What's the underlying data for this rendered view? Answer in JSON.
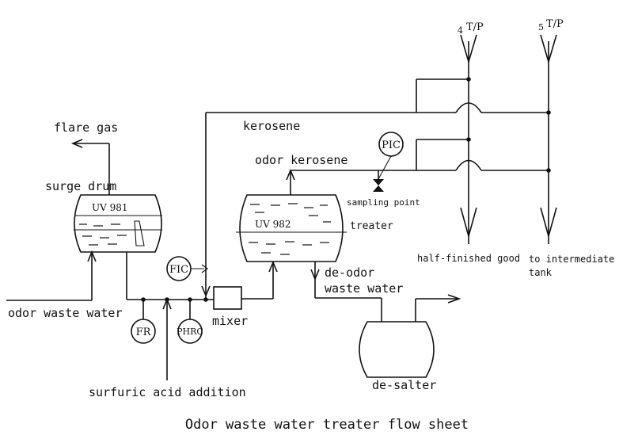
{
  "title": "Odor waste water treater flow sheet",
  "labels": {
    "flare_gas": "flare gas",
    "surge_drum": "surge drum",
    "odor_waste_water": "odor waste water",
    "surfuric_acid": "surfuric acid addition",
    "mixer": "mixer",
    "kerosene": "kerosene",
    "odor_kerosene": "odor kerosene",
    "sampling_point": "sampling point",
    "treater": "treater",
    "de_odor": "de-odor",
    "waste_water": "waste water",
    "de_salter": "de-salter",
    "half_finished": "half-finished good",
    "to_intermediate": "to intermediate",
    "tank": "tank"
  },
  "vessels": {
    "uv981": "UV 981",
    "uv982": "UV 982"
  },
  "instruments": {
    "fic": "FIC",
    "fr": "FR",
    "phrc": "PHRC",
    "pic": "PIC"
  },
  "tanks": {
    "t4_num": "4",
    "t4_name": "T/P",
    "t5_num": "5",
    "t5_name": "T/P"
  }
}
